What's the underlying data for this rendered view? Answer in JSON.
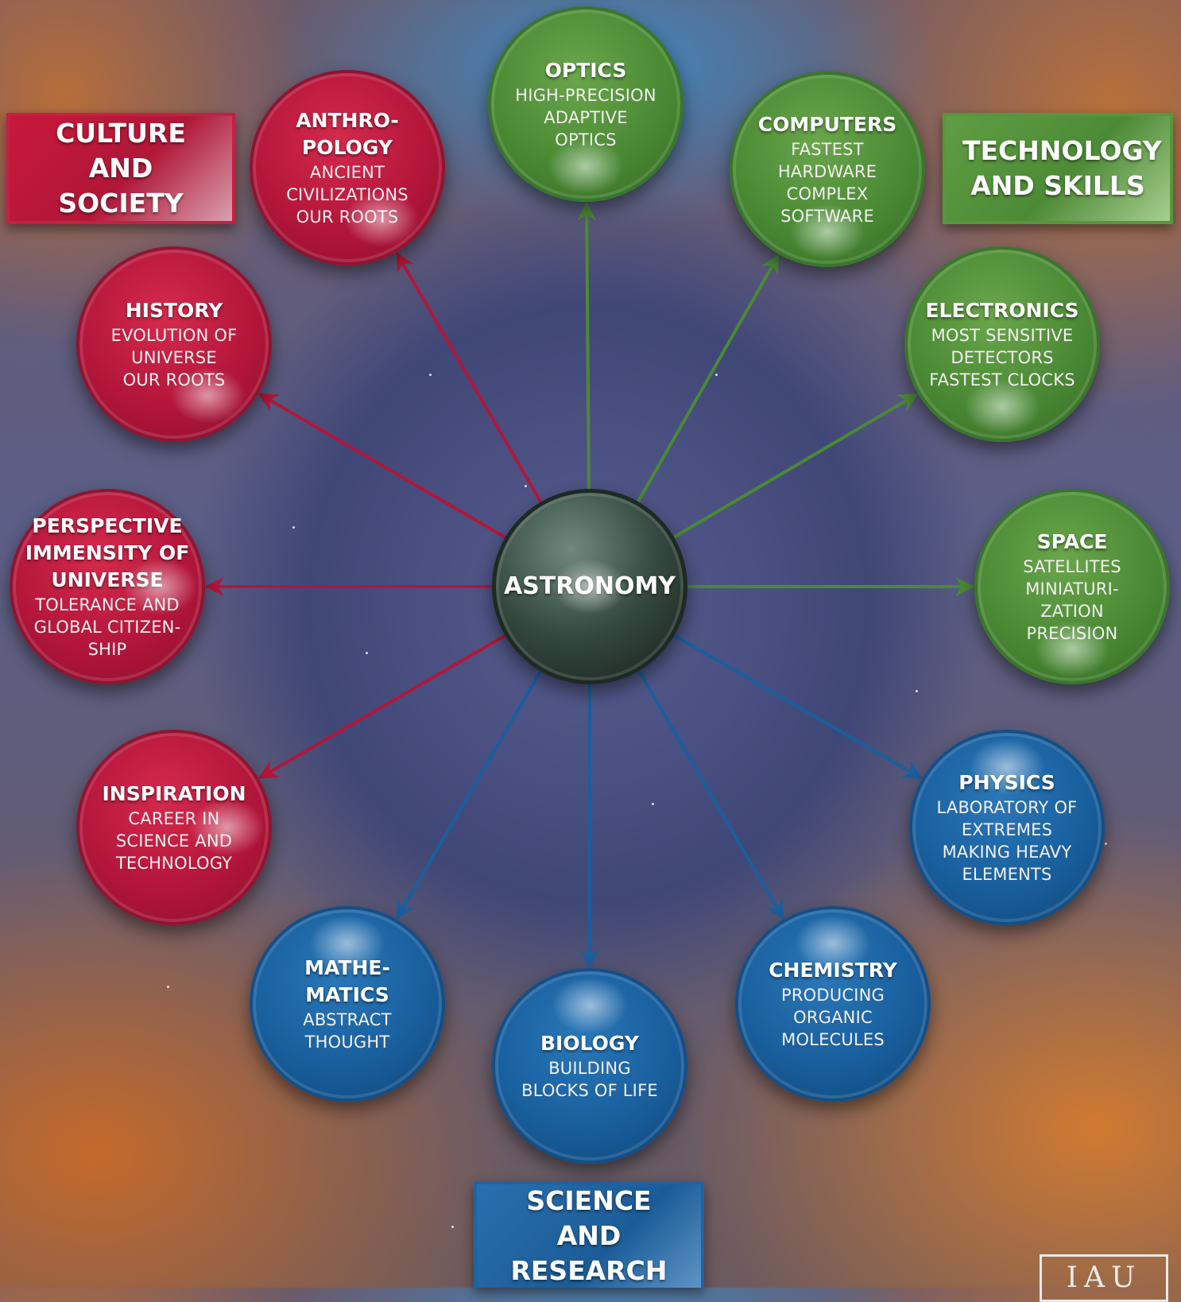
{
  "center": {
    "title": "ASTRONOMY"
  },
  "categories": {
    "culture": "CULTURE AND SOCIETY",
    "technology": "TECHNOLOGY AND SKILLS",
    "science": "SCIENCE AND RESEARCH"
  },
  "nodes": {
    "optics": {
      "title": "OPTICS",
      "lines": [
        "HIGH-PRECISION",
        "ADAPTIVE",
        "OPTICS"
      ]
    },
    "computers": {
      "title": "COMPUTERS",
      "lines": [
        "FASTEST",
        "HARDWARE",
        "COMPLEX",
        "SOFTWARE"
      ]
    },
    "electronics": {
      "title": "ELECTRONICS",
      "lines": [
        "MOST SENSITIVE",
        "DETECTORS",
        "FASTEST CLOCKS"
      ]
    },
    "space": {
      "title": "SPACE",
      "lines": [
        "SATELLITES",
        "MINIATURI-",
        "ZATION",
        "PRECISION"
      ]
    },
    "physics": {
      "title": "PHYSICS",
      "lines": [
        "LABORATORY OF",
        "EXTREMES",
        "MAKING HEAVY",
        "ELEMENTS"
      ]
    },
    "chemistry": {
      "title": "CHEMISTRY",
      "lines": [
        "PRODUCING",
        "ORGANIC",
        "MOLECULES"
      ]
    },
    "biology": {
      "title": "BIOLOGY",
      "lines": [
        "BUILDING",
        "BLOCKS OF LIFE"
      ]
    },
    "mathematics": {
      "title_lines": [
        "MATHE-",
        "MATICS"
      ],
      "lines": [
        "ABSTRACT",
        "THOUGHT"
      ]
    },
    "inspiration": {
      "title": "INSPIRATION",
      "lines": [
        "CAREER IN",
        "SCIENCE AND",
        "TECHNOLOGY"
      ]
    },
    "perspective": {
      "title_lines": [
        "PERSPECTIVE",
        "IMMENSITY OF",
        "UNIVERSE"
      ],
      "lines": [
        "TOLERANCE AND",
        "GLOBAL CITIZEN-",
        "SHIP"
      ]
    },
    "history": {
      "title": "HISTORY",
      "lines": [
        "EVOLUTION OF",
        "UNIVERSE",
        "OUR ROOTS"
      ]
    },
    "anthropology": {
      "title_lines": [
        "ANTHRO-",
        "POLOGY"
      ],
      "lines": [
        "ANCIENT",
        "CIVILIZATIONS",
        "OUR ROOTS"
      ]
    }
  },
  "logo": {
    "text": "IAU"
  },
  "colors": {
    "culture": "#b3163a",
    "technology": "#4a8a34",
    "science": "#195f9e",
    "center": "#35493f"
  }
}
